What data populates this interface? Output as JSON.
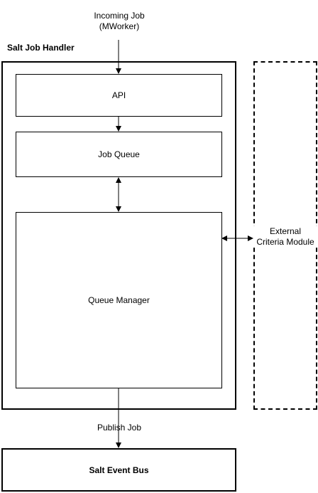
{
  "diagram": {
    "incoming": {
      "line1": "Incoming Job",
      "line2": "(MWorker)"
    },
    "handler_label": "Salt Job Handler",
    "api_label": "API",
    "job_queue_label": "Job Queue",
    "queue_manager_label": "Queue Manager",
    "external": {
      "line1": "External",
      "line2": "Criteria Module"
    },
    "publish_label": "Publish Job",
    "event_bus_label": "Salt Event Bus"
  }
}
